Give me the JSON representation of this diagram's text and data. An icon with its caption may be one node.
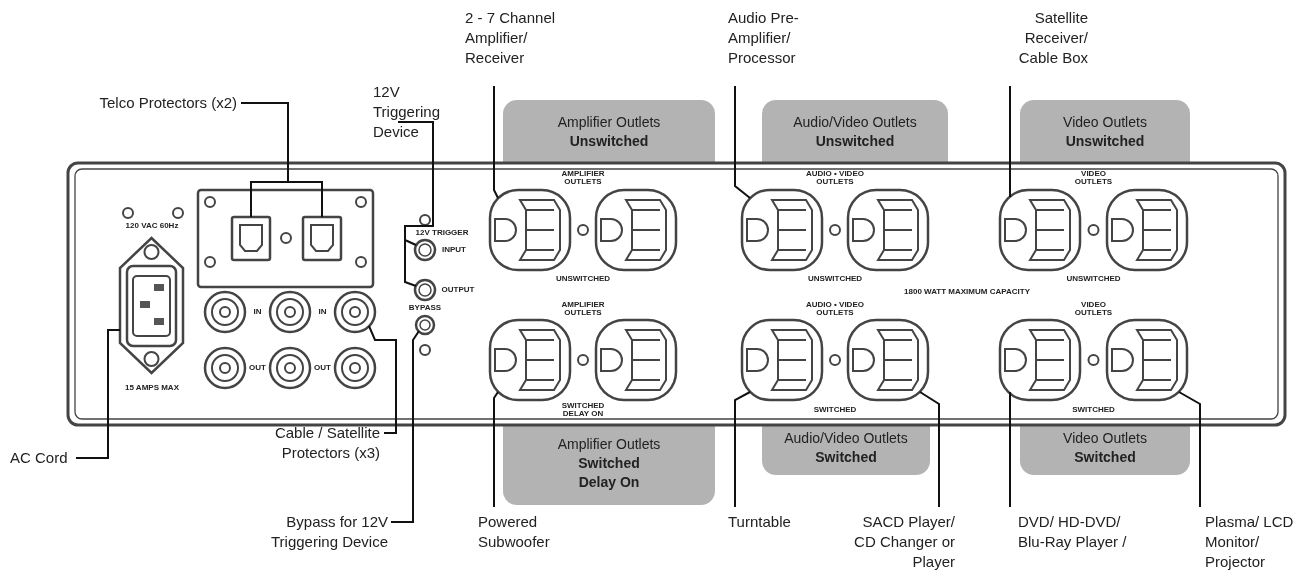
{
  "diagram": {
    "nodes": [
      {
        "text": [
          "Telco Protectors (x2)"
        ]
      },
      {
        "text": [
          "12V Triggering Device"
        ]
      },
      {
        "text": [
          "2 - 7 Channel Amplifier/ Receiver"
        ]
      },
      {
        "text": [
          "Audio Pre-Amplifier/ Processor"
        ]
      },
      {
        "text": [
          "Satellite Receiver/ Cable Box"
        ]
      },
      {
        "text": [
          "Amplifier Outlets",
          "Unswitched"
        ]
      },
      {
        "text": [
          "Audio/Video Outlets",
          "Unswitched"
        ]
      },
      {
        "text": [
          "Video Outlets",
          "Unswitched"
        ]
      },
      {
        "text": [
          "AC Cord"
        ]
      },
      {
        "text": [
          "Cable / Satellite Protectors (x3)"
        ]
      },
      {
        "text": [
          "Bypass for 12V Triggering Device"
        ]
      },
      {
        "text": [
          "Amplifier Outlets",
          "Switched Delay On"
        ]
      },
      {
        "text": [
          "Audio/Video Outlets",
          "Switched"
        ]
      },
      {
        "text": [
          "Video Outlets",
          "Switched"
        ]
      },
      {
        "text": [
          "Powered Subwoofer"
        ]
      },
      {
        "text": [
          "Turntable"
        ]
      },
      {
        "text": [
          "SACD Player/ CD Changer or Player"
        ]
      },
      {
        "text": [
          "DVD/ HD-DVD/ Blu-Ray Player /"
        ]
      },
      {
        "text": [
          "Plasma/ LCD Monitor/ Projector"
        ]
      },
      {
        "text": [],
        "shape": "jack"
      },
      {
        "text": [],
        "shape": "jack"
      },
      {
        "text": [],
        "shape": "circle"
      },
      {
        "text": [],
        "shape": "circle"
      },
      {
        "text": [],
        "shape": "outlet"
      },
      {
        "text": [],
        "shape": "outlet"
      },
      {
        "text": [],
        "shape": "outlet"
      },
      {
        "text": [],
        "shape": "inlet"
      },
      {
        "text": [],
        "shape": "connector"
      },
      {
        "text": [],
        "shape": "circle"
      },
      {
        "text": [],
        "shape": "outlet"
      },
      {
        "text": [],
        "shape": "outlet"
      },
      {
        "text": [],
        "shape": "outlet"
      },
      {
        "text": [],
        "shape": "outlet"
      },
      {
        "text": [],
        "shape": "outlet"
      },
      {
        "text": [],
        "shape": "connector"
      },
      {
        "text": [],
        "shape": "connector"
      },
      {
        "text": [],
        "shape": "connector"
      },
      {
        "text": [],
        "shape": "connector"
      },
      {
        "text": [],
        "shape": "connector"
      },
      {
        "text": [],
        "shape": "outlet"
      },
      {
        "text": [],
        "shape": "outlet"
      },
      {
        "text": [],
        "shape": "outlet"
      },
      {
        "text": [],
        "shape": "outlet"
      }
    ],
    "edges": [
      {
        "from": 0,
        "to": 19,
        "arrow": "none"
      },
      {
        "from": 0,
        "to": 20,
        "arrow": "none"
      },
      {
        "from": 1,
        "to": 21,
        "arrow": "none"
      },
      {
        "from": 1,
        "to": 22,
        "arrow": "none"
      },
      {
        "from": 2,
        "to": 23,
        "arrow": "none"
      },
      {
        "from": 3,
        "to": 24,
        "arrow": "none"
      },
      {
        "from": 4,
        "to": 25,
        "arrow": "none"
      },
      {
        "from": 8,
        "to": 26,
        "arrow": "none"
      },
      {
        "from": 9,
        "to": 27,
        "arrow": "none"
      },
      {
        "from": 10,
        "to": 28,
        "arrow": "none"
      },
      {
        "from": 14,
        "to": 29,
        "arrow": "none"
      },
      {
        "from": 15,
        "to": 30,
        "arrow": "none"
      },
      {
        "from": 16,
        "to": 31,
        "arrow": "none"
      },
      {
        "from": 17,
        "to": 32,
        "arrow": "none"
      },
      {
        "from": 18,
        "to": 33,
        "arrow": "none"
      }
    ],
    "labels": [
      "120 VAC 60Hz",
      "15 AMPS MAX",
      "IN",
      "IN",
      "OUT",
      "OUT",
      "12V TRIGGER",
      "INPUT",
      "OUTPUT",
      "BYPASS",
      "AMPLIFIER OUTLETS",
      "UNSWITCHED",
      "AUDIO • VIDEO OUTLETS",
      "UNSWITCHED",
      "VIDEO OUTLETS",
      "UNSWITCHED",
      "1800 WATT MAXIMUM CAPACITY",
      "AMPLIFIER OUTLETS",
      "SWITCHED DELAY ON",
      "AUDIO • VIDEO OUTLETS",
      "SWITCHED",
      "VIDEO OUTLETS",
      "SWITCHED"
    ]
  }
}
